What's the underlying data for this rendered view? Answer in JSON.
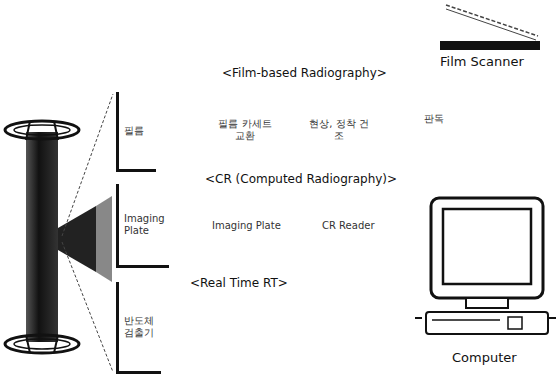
{
  "diagram": {
    "nodes": [
      {
        "text": [
          "필름"
        ]
      },
      {
        "text": [
          "Imaging Plate"
        ]
      },
      {
        "text": [
          "반도체 검출기"
        ]
      }
    ],
    "labels": [
      "<Film-based Radiography>",
      "필름 카세트 교환",
      "현상, 정착 건조",
      "판독",
      "Film Scanner",
      "<CR (Computed Radiography)>",
      "Imaging Plate",
      "CR Reader",
      "<Real Time RT>",
      "Computer"
    ]
  }
}
